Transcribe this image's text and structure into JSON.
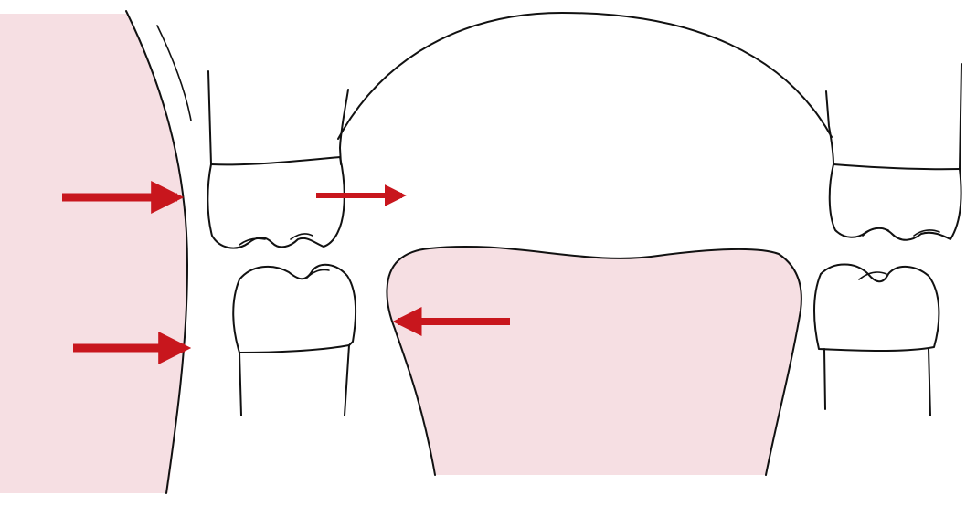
{
  "diagram": {
    "colors": {
      "background": "#ffffff",
      "soft_tissue": "#f6dfe3",
      "arrow": "#c8161d",
      "line": "#111111"
    },
    "parts": [
      "cheek",
      "palate",
      "tongue",
      "upper-left-molar",
      "lower-left-molar",
      "upper-right-molar",
      "lower-right-molar"
    ],
    "arrows": [
      {
        "id": "cheek-upper-arrow",
        "direction": "right"
      },
      {
        "id": "cheek-lower-arrow",
        "direction": "right"
      },
      {
        "id": "upper-molar-arrow",
        "direction": "right"
      },
      {
        "id": "tongue-arrow",
        "direction": "left"
      }
    ]
  }
}
